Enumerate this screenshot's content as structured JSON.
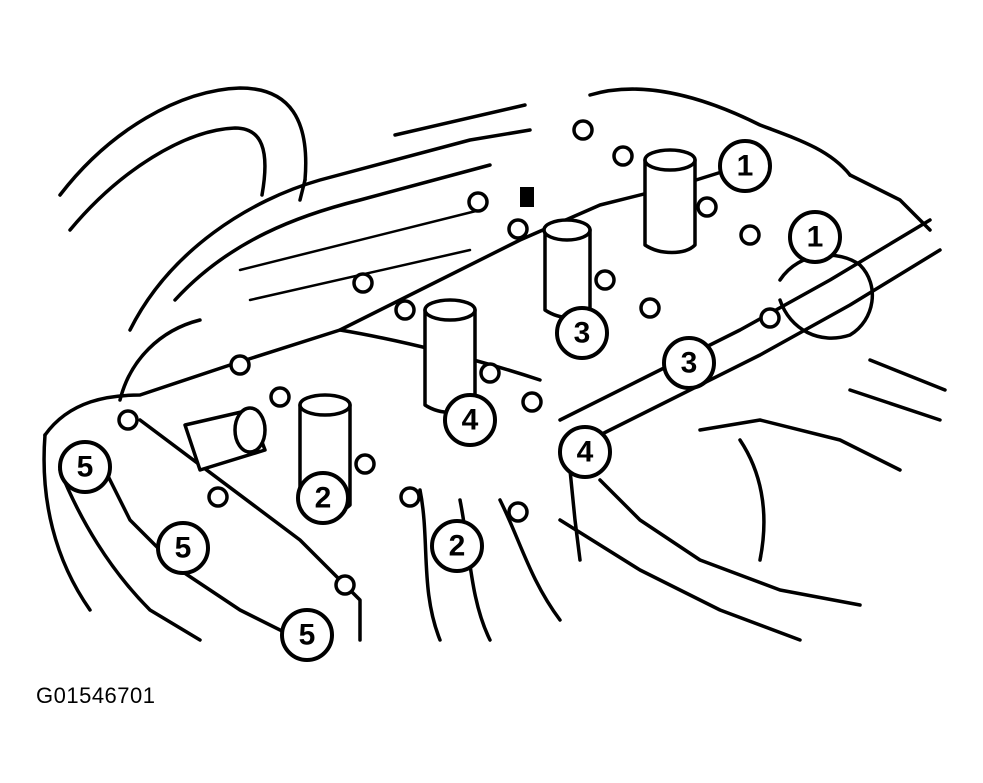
{
  "figure_id": "G01546701",
  "callouts": [
    {
      "label": "1"
    },
    {
      "label": "1"
    },
    {
      "label": "2"
    },
    {
      "label": "2"
    },
    {
      "label": "3"
    },
    {
      "label": "3"
    },
    {
      "label": "4"
    },
    {
      "label": "4"
    },
    {
      "label": "5"
    },
    {
      "label": "5"
    },
    {
      "label": "5"
    }
  ],
  "colors": {
    "line": "#000000",
    "background": "#ffffff"
  }
}
